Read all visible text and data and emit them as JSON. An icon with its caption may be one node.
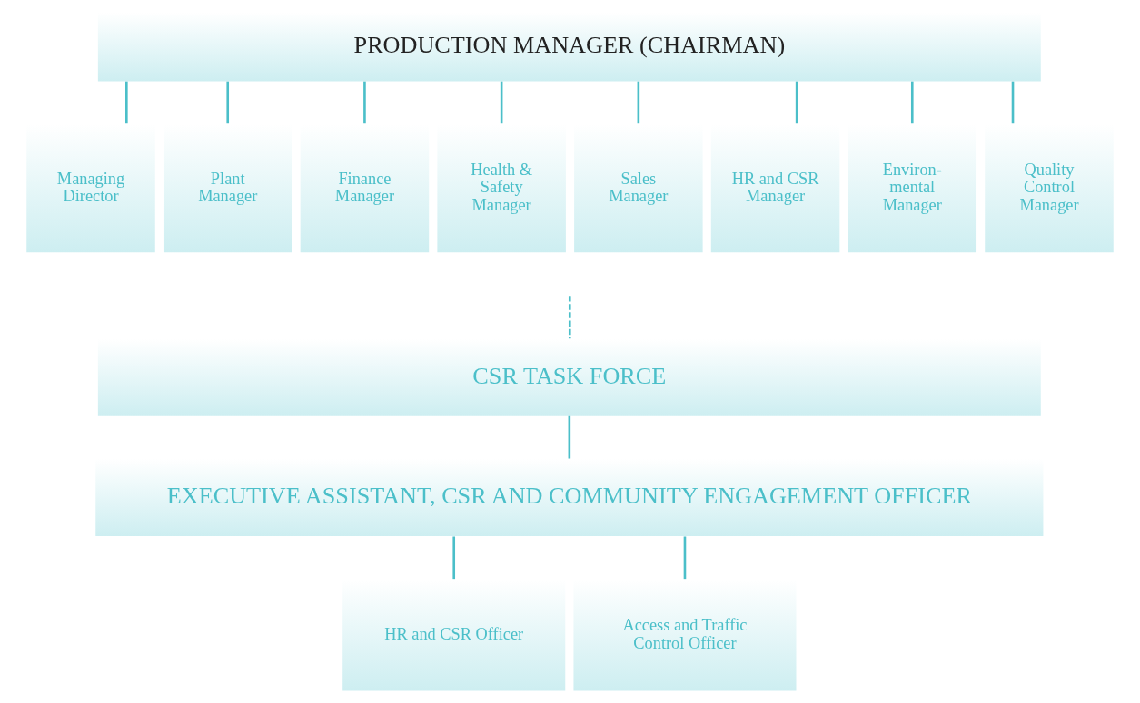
{
  "diagram": {
    "nodes": [
      {
        "text": [
          "PRODUCTION MANAGER (CHAIRMAN)"
        ]
      },
      {
        "text": [
          "Managing Director"
        ]
      },
      {
        "text": [
          "Plant Manager"
        ]
      },
      {
        "text": [
          "Finance Manager"
        ]
      },
      {
        "text": [
          "Health & Safety Manager"
        ]
      },
      {
        "text": [
          "Sales Manager"
        ]
      },
      {
        "text": [
          "HR and CSR Manager"
        ]
      },
      {
        "text": [
          "Environ- mental Manager"
        ]
      },
      {
        "text": [
          "Quality Control Manager"
        ]
      },
      {
        "text": [
          "CSR TASK FORCE"
        ]
      },
      {
        "text": [
          "EXECUTIVE ASSISTANT, CSR AND COMMUNITY ENGAGEMENT OFFICER"
        ]
      },
      {
        "text": [
          "HR and CSR Officer"
        ]
      },
      {
        "text": [
          "Access and Traffic Control Officer"
        ]
      }
    ],
    "edges": [
      {
        "from": 0,
        "to": 1,
        "arrow": "none"
      },
      {
        "from": 0,
        "to": 2,
        "arrow": "none"
      },
      {
        "from": 0,
        "to": 3,
        "arrow": "none"
      },
      {
        "from": 0,
        "to": 4,
        "arrow": "none"
      },
      {
        "from": 0,
        "to": 5,
        "arrow": "none"
      },
      {
        "from": 0,
        "to": 6,
        "arrow": "none"
      },
      {
        "from": 0,
        "to": 7,
        "arrow": "none"
      },
      {
        "from": 0,
        "to": 8,
        "arrow": "none"
      },
      {
        "from": null,
        "to": 9,
        "arrow": "none",
        "style": "dashed"
      },
      {
        "from": 9,
        "to": 10,
        "arrow": "none"
      },
      {
        "from": 10,
        "to": 11,
        "arrow": "none"
      },
      {
        "from": 10,
        "to": 12,
        "arrow": "none"
      }
    ]
  }
}
